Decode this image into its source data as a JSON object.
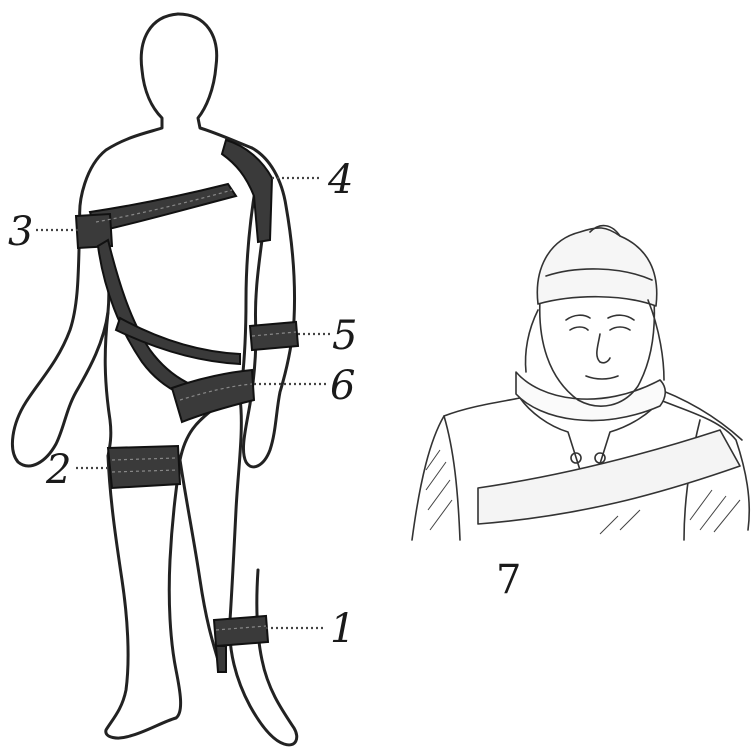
{
  "labels": {
    "one": "1",
    "two": "2",
    "three": "3",
    "four": "4",
    "five": "5",
    "six": "6",
    "seven": "7"
  },
  "colors": {
    "ink": "#222222",
    "bandage": "#3a3a3a",
    "background": "#ffffff"
  }
}
